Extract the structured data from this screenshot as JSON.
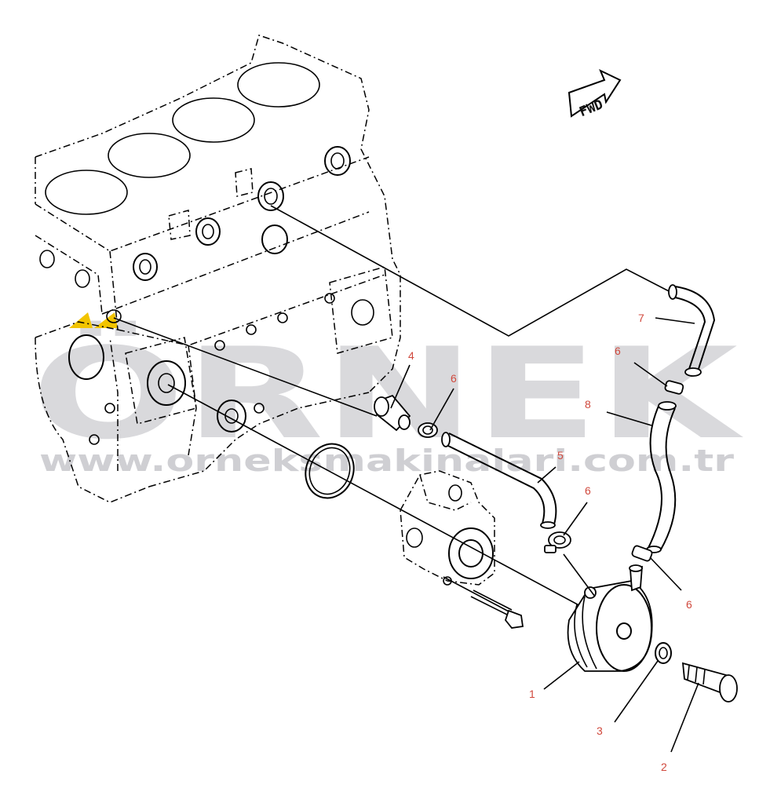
{
  "watermark": {
    "brand": "ÖRNEK",
    "url": "www.orneksmakinalari.com.tr",
    "accent_color": "#f2c400",
    "text_color": "#d9d9dc"
  },
  "direction_arrow": {
    "label": "FWD"
  },
  "callouts": [
    {
      "id": "1",
      "label": "1"
    },
    {
      "id": "2",
      "label": "2"
    },
    {
      "id": "3",
      "label": "3"
    },
    {
      "id": "4",
      "label": "4"
    },
    {
      "id": "5",
      "label": "5"
    },
    {
      "id": "6a",
      "label": "6"
    },
    {
      "id": "6b",
      "label": "6"
    },
    {
      "id": "6c",
      "label": "6"
    },
    {
      "id": "6d",
      "label": "6"
    },
    {
      "id": "7",
      "label": "7"
    },
    {
      "id": "8",
      "label": "8"
    }
  ],
  "colors": {
    "callout": "#d0483c",
    "line": "#000000",
    "background": "#ffffff"
  }
}
